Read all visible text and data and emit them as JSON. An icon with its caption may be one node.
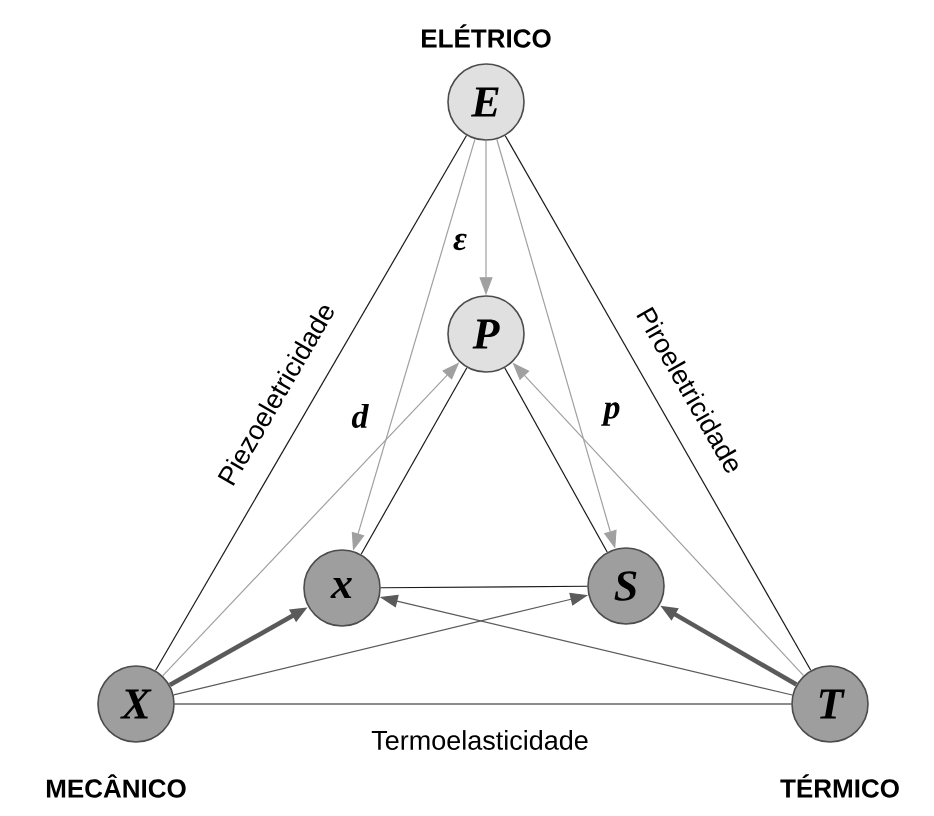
{
  "diagram": {
    "nodes": [
      {
        "text": [
          "E"
        ],
        "beside": [
          "ELÉTRICO"
        ]
      },
      {
        "text": [
          "P"
        ]
      },
      {
        "text": [
          "x"
        ]
      },
      {
        "text": [
          "S"
        ]
      },
      {
        "text": [
          "X"
        ],
        "beside": [
          "MECÂNICO"
        ]
      },
      {
        "text": [
          "T"
        ],
        "beside": [
          "TÉRMICO"
        ]
      }
    ],
    "edges": [
      {
        "from": 0,
        "to": 4,
        "arrow": "none",
        "label": "Piezoeletricidade"
      },
      {
        "from": 0,
        "to": 5,
        "arrow": "none",
        "label": "Piroeletricidade"
      },
      {
        "from": 4,
        "to": 5,
        "arrow": "none",
        "label": "Termoelasticidade"
      },
      {
        "from": 0,
        "to": 1,
        "arrow": "to",
        "label": "ε",
        "color": "#a0a0a0"
      },
      {
        "from": 0,
        "to": 2,
        "arrow": "to",
        "label": "d",
        "color": "#a0a0a0"
      },
      {
        "from": 0,
        "to": 3,
        "arrow": "to",
        "label": "p",
        "color": "#a0a0a0"
      },
      {
        "from": 4,
        "to": 1,
        "arrow": "to",
        "color": "#a0a0a0"
      },
      {
        "from": 5,
        "to": 1,
        "arrow": "to",
        "color": "#a0a0a0"
      },
      {
        "from": 1,
        "to": 2,
        "arrow": "none"
      },
      {
        "from": 1,
        "to": 3,
        "arrow": "none"
      },
      {
        "from": 2,
        "to": 3,
        "arrow": "none"
      },
      {
        "from": 4,
        "to": 2,
        "arrow": "to",
        "style": "thick",
        "color": "#5a5a5a"
      },
      {
        "from": 5,
        "to": 3,
        "arrow": "to",
        "style": "thick",
        "color": "#5a5a5a"
      },
      {
        "from": 4,
        "to": 3,
        "arrow": "to",
        "color": "#5a5a5a"
      },
      {
        "from": 5,
        "to": 2,
        "arrow": "to",
        "color": "#5a5a5a"
      }
    ]
  }
}
